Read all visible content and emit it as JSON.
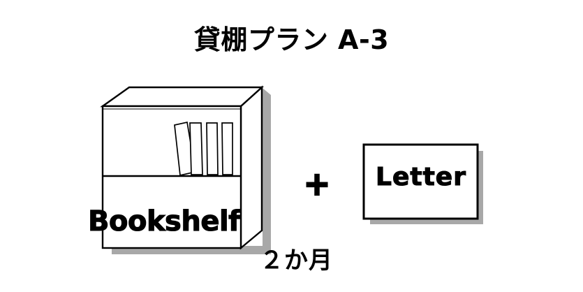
{
  "page": {
    "title": "貸棚プラン A-3",
    "background_color": "#ffffff",
    "ink_color": "#000000",
    "shadow_color": "#a8a8a8"
  },
  "plan": {
    "title": "貸棚プラン A-3",
    "duration": "２か月",
    "plus_symbol": "+"
  },
  "bookshelf": {
    "label": "Bookshelf",
    "shelf_count": 2,
    "book_count": 4,
    "fill_color": "#ffffff",
    "outline_color": "#000000",
    "shadow_color": "#a8a8a8"
  },
  "letter": {
    "label": "Letter",
    "fill_color": "#ffffff",
    "outline_color": "#000000",
    "shadow_color": "#a8a8a8"
  },
  "icons": {
    "bookshelf": "bookshelf-icon",
    "letter": "letter-card-icon",
    "plus": "plus-icon"
  }
}
